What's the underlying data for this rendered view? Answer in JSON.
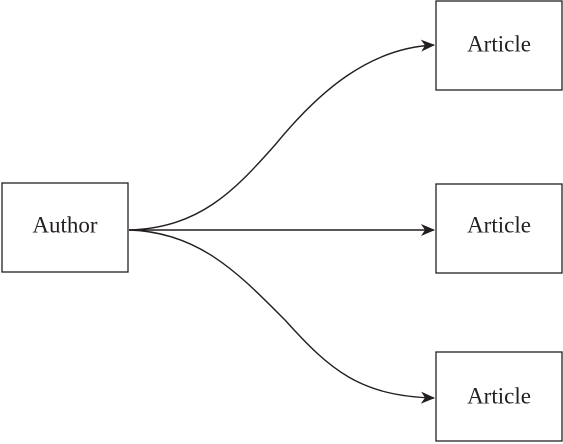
{
  "diagram": {
    "source": {
      "label": "Author"
    },
    "targets": [
      {
        "label": "Article"
      },
      {
        "label": "Article"
      },
      {
        "label": "Article"
      }
    ],
    "edges": [
      {
        "from": "source",
        "to": "targets.0"
      },
      {
        "from": "source",
        "to": "targets.1"
      },
      {
        "from": "source",
        "to": "targets.2"
      }
    ],
    "colors": {
      "stroke": "#231f20",
      "background": "#ffffff"
    }
  }
}
